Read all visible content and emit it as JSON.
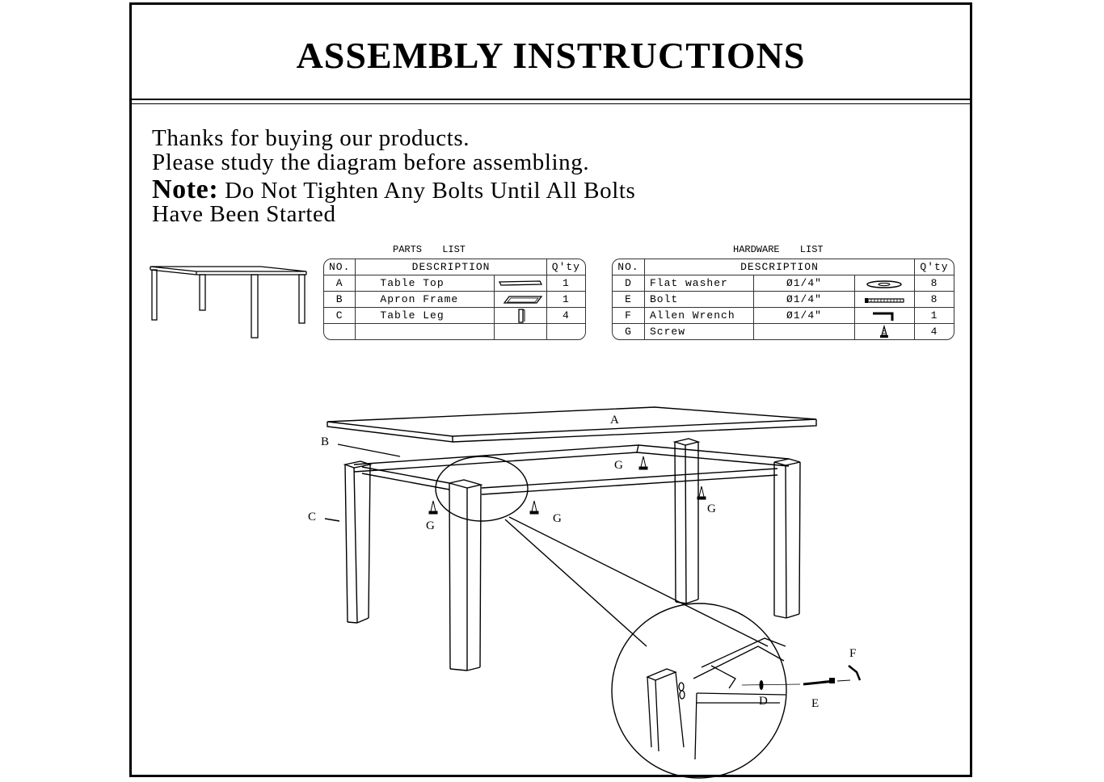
{
  "title": "ASSEMBLY INSTRUCTIONS",
  "intro": {
    "line1": "Thanks for buying our products.",
    "line2": "Please study the diagram before assembling."
  },
  "note": {
    "label": "Note:",
    "line1": "Do Not Tighten Any Bolts Until All Bolts",
    "line2": "Have Been Started"
  },
  "parts_list": {
    "caption": "PARTS LIST",
    "headers": [
      "NO.",
      "DESCRIPTION",
      "Q'ty"
    ],
    "rows": [
      {
        "no": "A",
        "desc": "Table Top",
        "icon": "table-top-icon",
        "qty": "1"
      },
      {
        "no": "B",
        "desc": "Apron Frame",
        "icon": "apron-frame-icon",
        "qty": "1"
      },
      {
        "no": "C",
        "desc": "Table Leg",
        "icon": "table-leg-icon",
        "qty": "4"
      }
    ]
  },
  "hardware_list": {
    "caption": "HARDWARE LIST",
    "headers": [
      "NO.",
      "DESCRIPTION",
      "Q'ty"
    ],
    "rows": [
      {
        "no": "D",
        "desc": "Flat washer",
        "size": "Ø1/4\"",
        "icon": "washer-icon",
        "qty": "8"
      },
      {
        "no": "E",
        "desc": "Bolt",
        "size": "Ø1/4\"",
        "icon": "bolt-icon",
        "qty": "8"
      },
      {
        "no": "F",
        "desc": "Allen Wrench",
        "size": "Ø1/4\"",
        "icon": "allen-wrench-icon",
        "qty": "1"
      },
      {
        "no": "G",
        "desc": "Screw",
        "size": "",
        "icon": "screw-icon",
        "qty": "4"
      }
    ]
  },
  "diagram_labels": {
    "a": "A",
    "b": "B",
    "c": "C",
    "d": "D",
    "e": "E",
    "f": "F",
    "g": "G"
  }
}
